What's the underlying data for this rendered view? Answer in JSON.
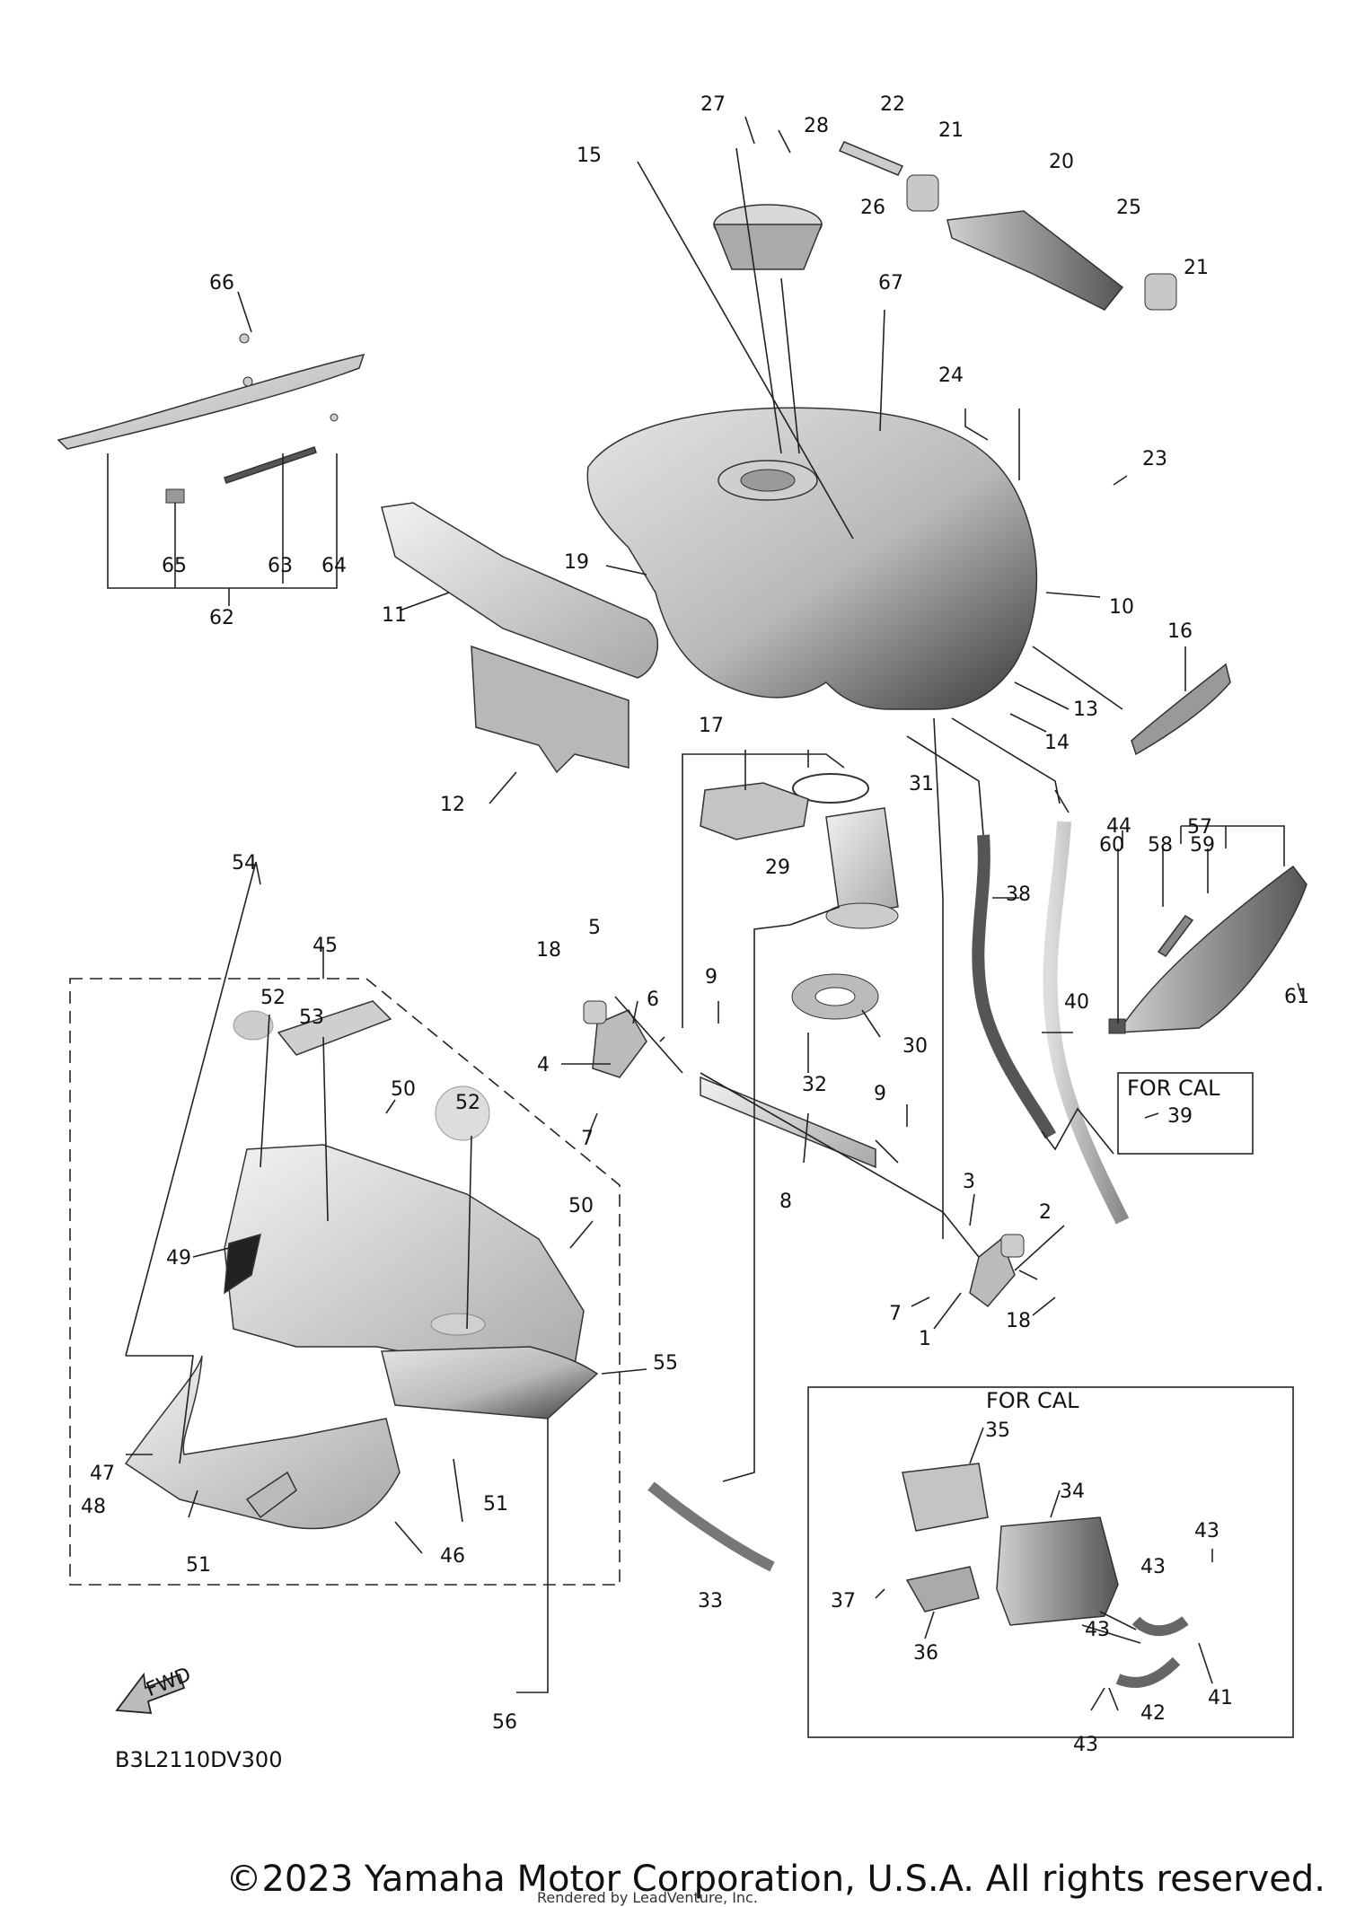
{
  "diagram_code": "B3L2110DV300",
  "fwd_label": "FWD",
  "for_cal_top": "FOR CAL",
  "for_cal_bottom": "FOR CAL",
  "copyright": "©2023 Yamaha Motor Corporation, U.S.A. All rights reserved.",
  "rendered_by": "Rendered by LeadVenture, Inc.",
  "labels": {
    "l1": "1",
    "l2": "2",
    "l3": "3",
    "l4": "4",
    "l5": "5",
    "l6": "6",
    "l7a": "7",
    "l7b": "7",
    "l8": "8",
    "l9a": "9",
    "l9b": "9",
    "l10": "10",
    "l11": "11",
    "l12": "12",
    "l13": "13",
    "l14": "14",
    "l15": "15",
    "l16": "16",
    "l17": "17",
    "l18a": "18",
    "l18b": "18",
    "l19": "19",
    "l20": "20",
    "l21a": "21",
    "l21b": "21",
    "l22": "22",
    "l23": "23",
    "l24": "24",
    "l25": "25",
    "l26": "26",
    "l27": "27",
    "l28": "28",
    "l29": "29",
    "l30": "30",
    "l31": "31",
    "l32": "32",
    "l33": "33",
    "l34": "34",
    "l35": "35",
    "l36": "36",
    "l37": "37",
    "l38": "38",
    "l39": "39",
    "l40": "40",
    "l41": "41",
    "l42": "42",
    "l43a": "43",
    "l43b": "43",
    "l43c": "43",
    "l43d": "43",
    "l44": "44",
    "l45": "45",
    "l46": "46",
    "l47": "47",
    "l48": "48",
    "l49": "49",
    "l50a": "50",
    "l50b": "50",
    "l51a": "51",
    "l51b": "51",
    "l52a": "52",
    "l52b": "52",
    "l53": "53",
    "l54": "54",
    "l55": "55",
    "l56": "56",
    "l57": "57",
    "l58": "58",
    "l59": "59",
    "l60": "60",
    "l61": "61",
    "l62": "62",
    "l63": "63",
    "l64": "64",
    "l65": "65",
    "l66": "66",
    "l67": "67"
  }
}
